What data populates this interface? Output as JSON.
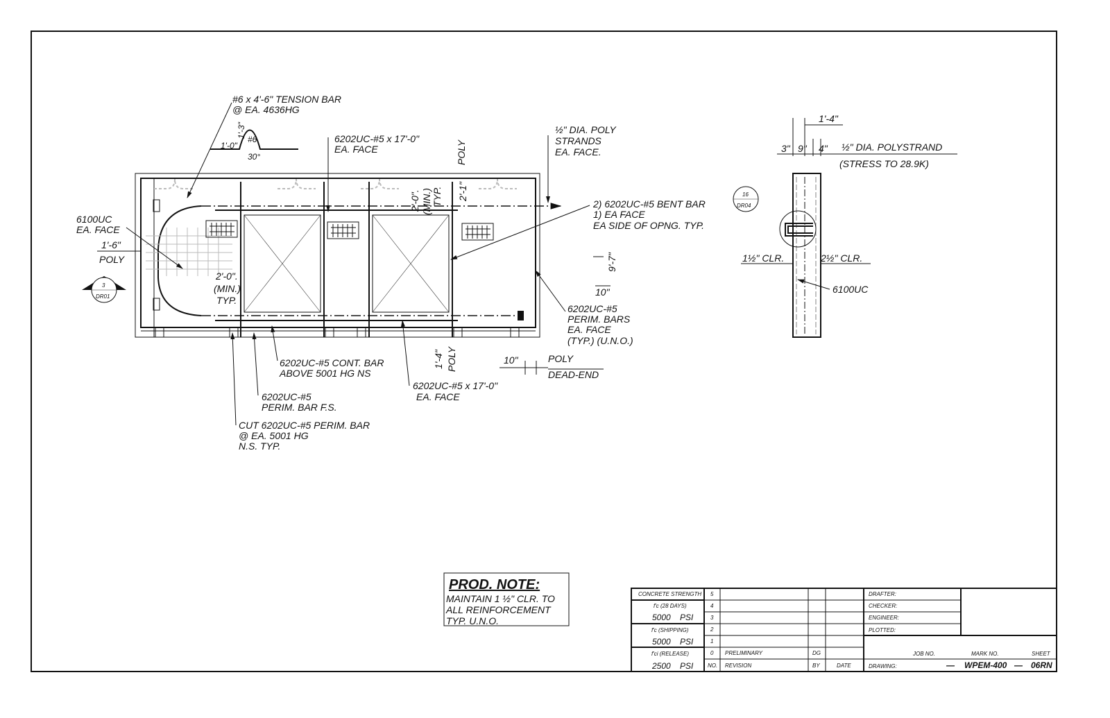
{
  "plan_view": {
    "tension_bar": [
      "#6 x 4'-6\" TENSION BAR",
      "@ EA. 4636HG"
    ],
    "tension_sketch": {
      "height": "1'-3\"",
      "base": "1'-0\"",
      "bar": "#6",
      "angle": "30°"
    },
    "top_bar": [
      "6202UC-#5  x 17'-0\"",
      "EA. FACE"
    ],
    "poly_top": "POLY",
    "poly_strands": [
      "½\" DIA. POLY",
      "STRANDS",
      "EA. FACE."
    ],
    "bent_bar": [
      "2) 6202UC-#5  BENT BAR",
      "1) EA FACE",
      "EA SIDE OF OPNG. TYP."
    ],
    "dim_height": "9'-7\"",
    "dim_10": "10\"",
    "mesh": [
      "6100UC",
      "EA. FACE"
    ],
    "dim_left": "1'-6\"",
    "poly_left": "POLY",
    "section_marker_left": {
      "number": "3",
      "sheet": "DR01"
    },
    "min_left": [
      "2'-0\".",
      "(MIN.)",
      "TYP."
    ],
    "min_top": [
      "2'-0\".",
      "(MIN.)",
      "TYP."
    ],
    "dim_2_1": "2'-1\"",
    "perim_bars": [
      "6202UC-#5",
      "PERIM. BARS",
      "EA. FACE",
      "(TYP.) (U.N.O.)"
    ],
    "dim_1_4": "1'-4\"",
    "poly_bottom": "POLY",
    "dead_end": {
      "dim": "10\"",
      "top": "POLY",
      "bottom": "DEAD-END"
    },
    "cont_bar": [
      "6202UC-#5 CONT. BAR",
      "ABOVE 5001 HG NS"
    ],
    "bottom_bar": [
      "6202UC-#5  x 17'-0\"",
      "EA. FACE"
    ],
    "perim_fs": [
      "6202UC-#5",
      "PERIM. BAR  F.S."
    ],
    "cut_bar": [
      "CUT 6202UC-#5 PERIM. BAR",
      "@ EA. 5001 HG",
      "N.S. TYP."
    ]
  },
  "section_view": {
    "dim_total": "1'-4\"",
    "dims": [
      "3\"",
      "9\"",
      "4\""
    ],
    "polystrand": [
      "½\" DIA. POLYSTRAND",
      "(STRESS TO 28.9K)"
    ],
    "detail_marker": {
      "number": "16",
      "sheet": "DR04"
    },
    "clr_left": "1½\" CLR.",
    "clr_right": "2½\" CLR.",
    "mesh": "6100UC"
  },
  "prod_note": {
    "title": "PROD. NOTE:",
    "lines": [
      "MAINTAIN 1 ½\" CLR. TO",
      "ALL REINFORCEMENT",
      "TYP. U.N.O."
    ]
  },
  "title_block": {
    "concrete_strength": "CONCRETE STRENGTH",
    "fc28_label": "f'c (28 DAYS)",
    "fc28_value": "5000    PSI",
    "fcship_label": "f'c (SHIPPING)",
    "fcship_value": "5000    PSI",
    "fci_label": "f'ci (RELEASE)",
    "fci_value": "2500    PSI",
    "revisions": [
      {
        "no": "5",
        "desc": "",
        "by": ""
      },
      {
        "no": "4",
        "desc": "",
        "by": ""
      },
      {
        "no": "3",
        "desc": "",
        "by": ""
      },
      {
        "no": "2",
        "desc": "",
        "by": ""
      },
      {
        "no": "1",
        "desc": "",
        "by": ""
      },
      {
        "no": "0",
        "desc": "PRELIMINARY",
        "by": "DG"
      }
    ],
    "rev_header": {
      "no": "NO.",
      "revision": "REVISION",
      "by": "BY",
      "date": "DATE"
    },
    "drafter": "DRAFTER:",
    "checker": "CHECKER:",
    "engineer": "ENGINEER:",
    "plotted": "PLOTTED:",
    "job_no_label": "JOB NO.",
    "mark_no_label": "MARK NO.",
    "sheet_label": "SHEET",
    "drawing_label": "DRAWING:",
    "job_no": "—",
    "mark_no": "WPEM-400",
    "sep": "—",
    "sheet": "06RN"
  }
}
